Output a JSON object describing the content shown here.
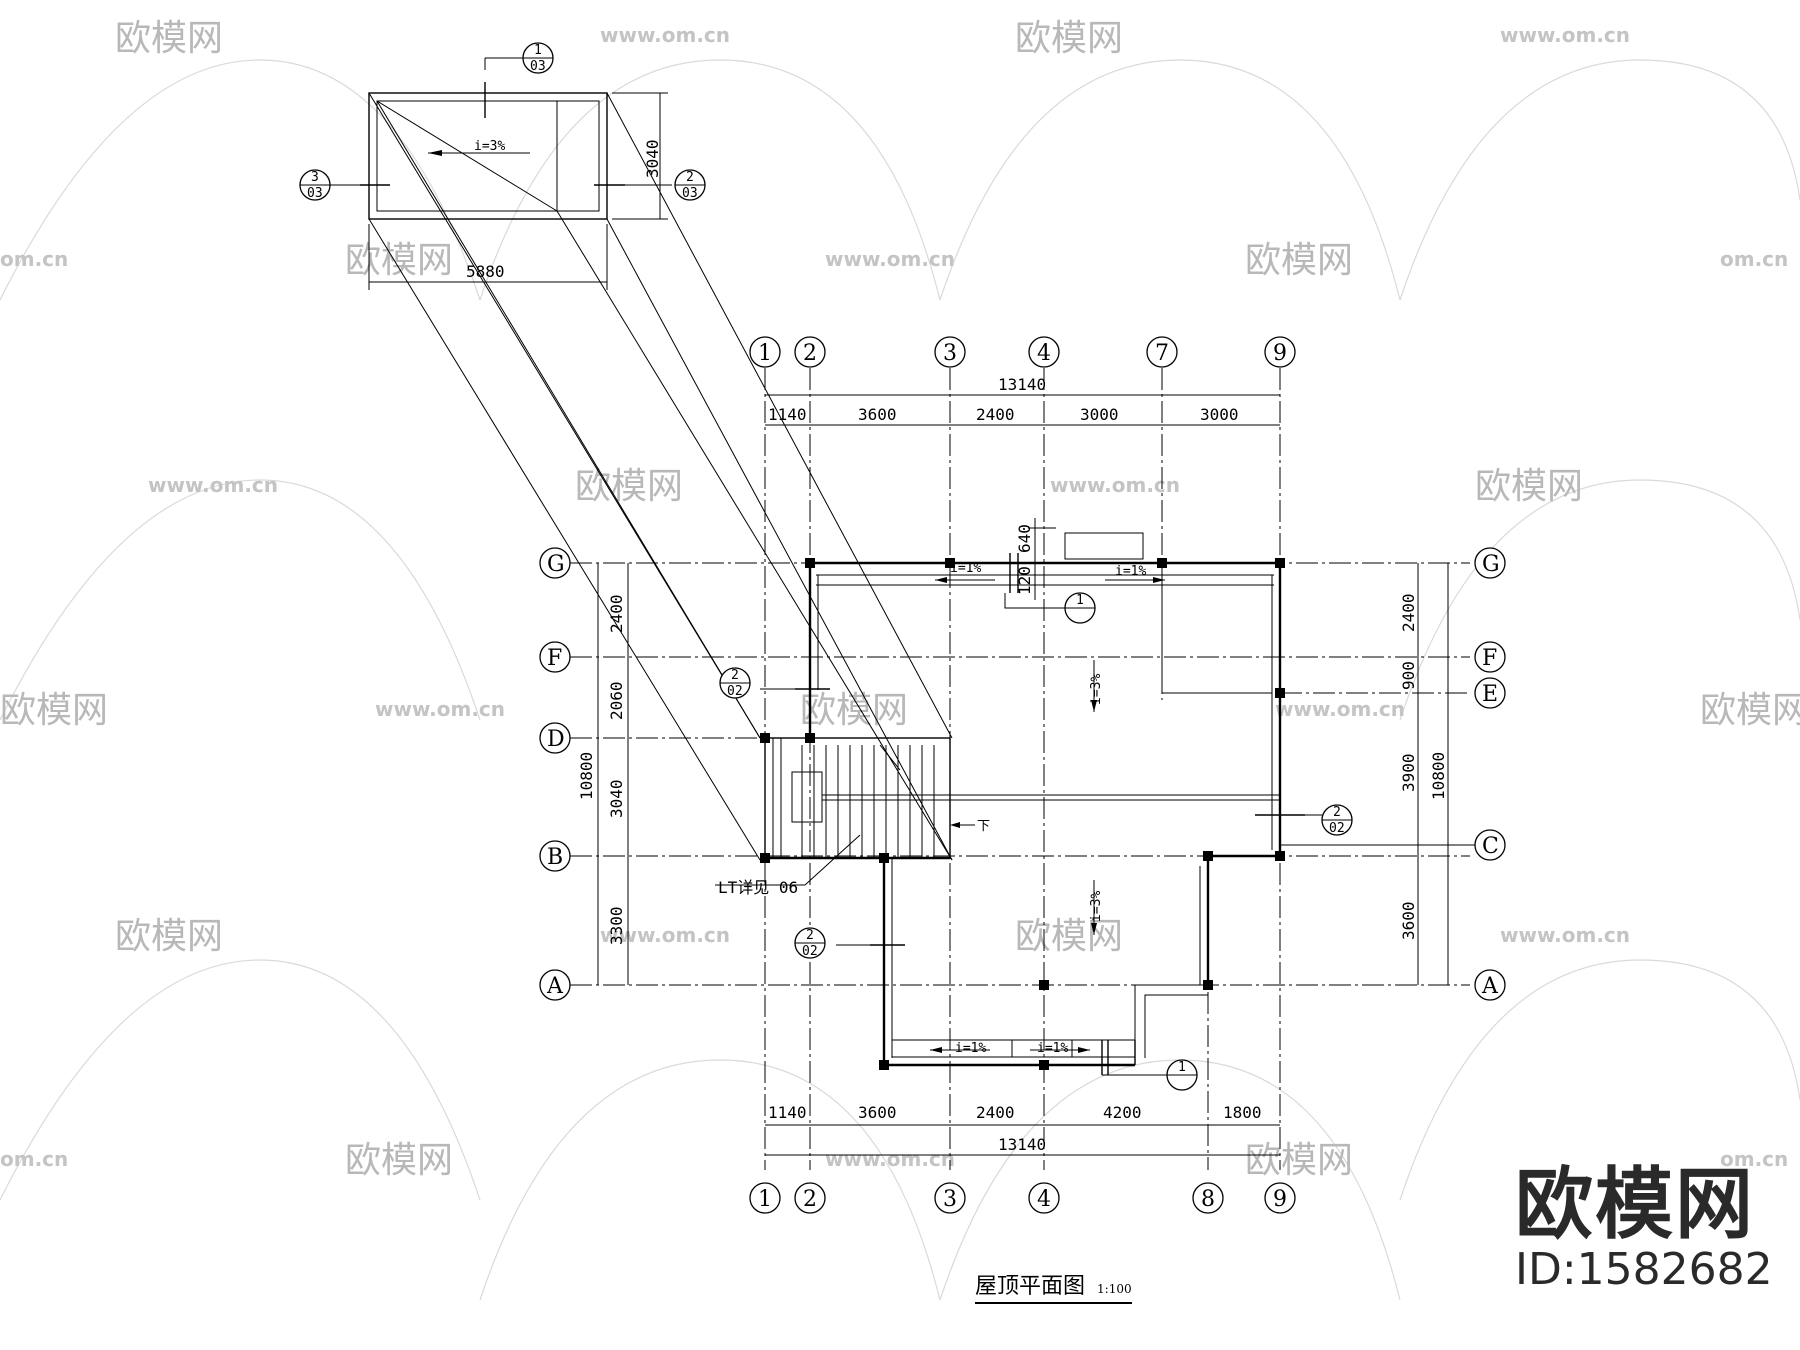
{
  "drawing": {
    "title": "屋顶平面图",
    "scale": "1:100",
    "watermark": {
      "logo_text": "欧模网",
      "url_text": "www.om.cn",
      "url_partial": "om.cn",
      "brand_logo": "欧模网",
      "brand_id": "ID:1582682"
    },
    "axes_top": [
      "1",
      "2",
      "3",
      "4",
      "7",
      "9"
    ],
    "axes_bottom": [
      "1",
      "2",
      "3",
      "4",
      "8",
      "9"
    ],
    "axes_left": [
      "G",
      "F",
      "D",
      "B",
      "A"
    ],
    "axes_right": [
      "G",
      "F",
      "E",
      "C",
      "A"
    ],
    "dims_top": {
      "total": "13140",
      "spans": [
        "1140",
        "3600",
        "2400",
        "3000",
        "3000"
      ]
    },
    "dims_bottom": {
      "total": "13140",
      "spans": [
        "1140",
        "3600",
        "2400",
        "4200",
        "1800"
      ]
    },
    "dims_left": {
      "total": "10800",
      "spans": [
        "2400",
        "2060",
        "3040",
        "3300"
      ]
    },
    "dims_right": {
      "total": "10800",
      "spans": [
        "2400",
        "900",
        "3900",
        "3600"
      ]
    },
    "dims_parapet": [
      "640",
      "120"
    ],
    "roof_detail": {
      "width": "5880",
      "height": "3040",
      "slope": "i=3%"
    },
    "slopes": {
      "top_left": "i=1%",
      "top_right": "i=1%",
      "mid": "i=3%",
      "low": "i=3%",
      "bottom_left": "i=1%",
      "bottom_right": "i=1%"
    },
    "section_marks": [
      {
        "num": "1",
        "sheet": "03"
      },
      {
        "num": "3",
        "sheet": "03"
      },
      {
        "num": "2",
        "sheet": "03"
      },
      {
        "num": "1",
        "sheet": ""
      },
      {
        "num": "2",
        "sheet": "02"
      },
      {
        "num": "2",
        "sheet": "02"
      },
      {
        "num": "2",
        "sheet": "02"
      },
      {
        "num": "1",
        "sheet": ""
      }
    ],
    "stair_note": "LT详见 06",
    "stair_down": "下"
  }
}
